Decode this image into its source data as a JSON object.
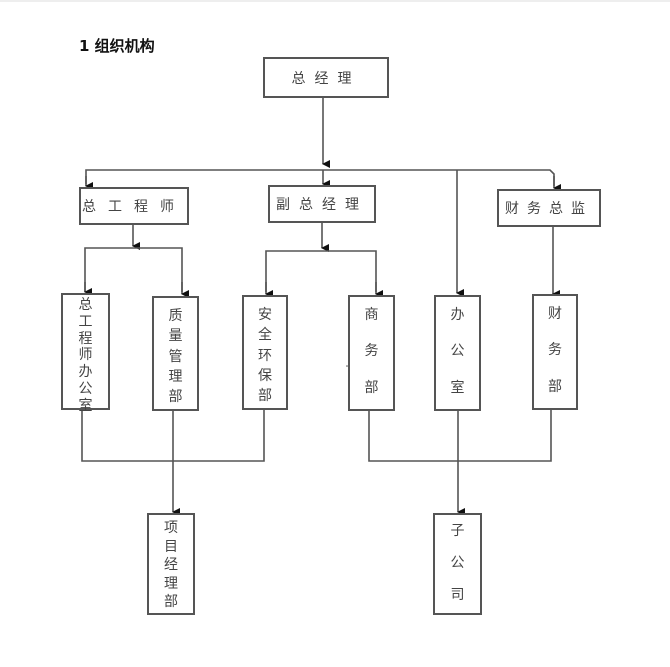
{
  "heading": "1  组织机构",
  "nodes": {
    "general_manager": "总经理",
    "chief_engineer": "总工程师",
    "deputy_general_manager": "副总经理",
    "finance_director": "财务总监",
    "chief_engineer_office": "总工程师办公室",
    "quality_management_dept": "质量管理部",
    "safety_env_dept": "安全环保部",
    "business_dept": "商务部",
    "office": "办公室",
    "finance_dept": "财务部",
    "project_manager_dept": "项目经理部",
    "subsidiary": "子公司"
  },
  "colors": {
    "line": "#555555",
    "text": "#444444",
    "heading": "#111111"
  }
}
